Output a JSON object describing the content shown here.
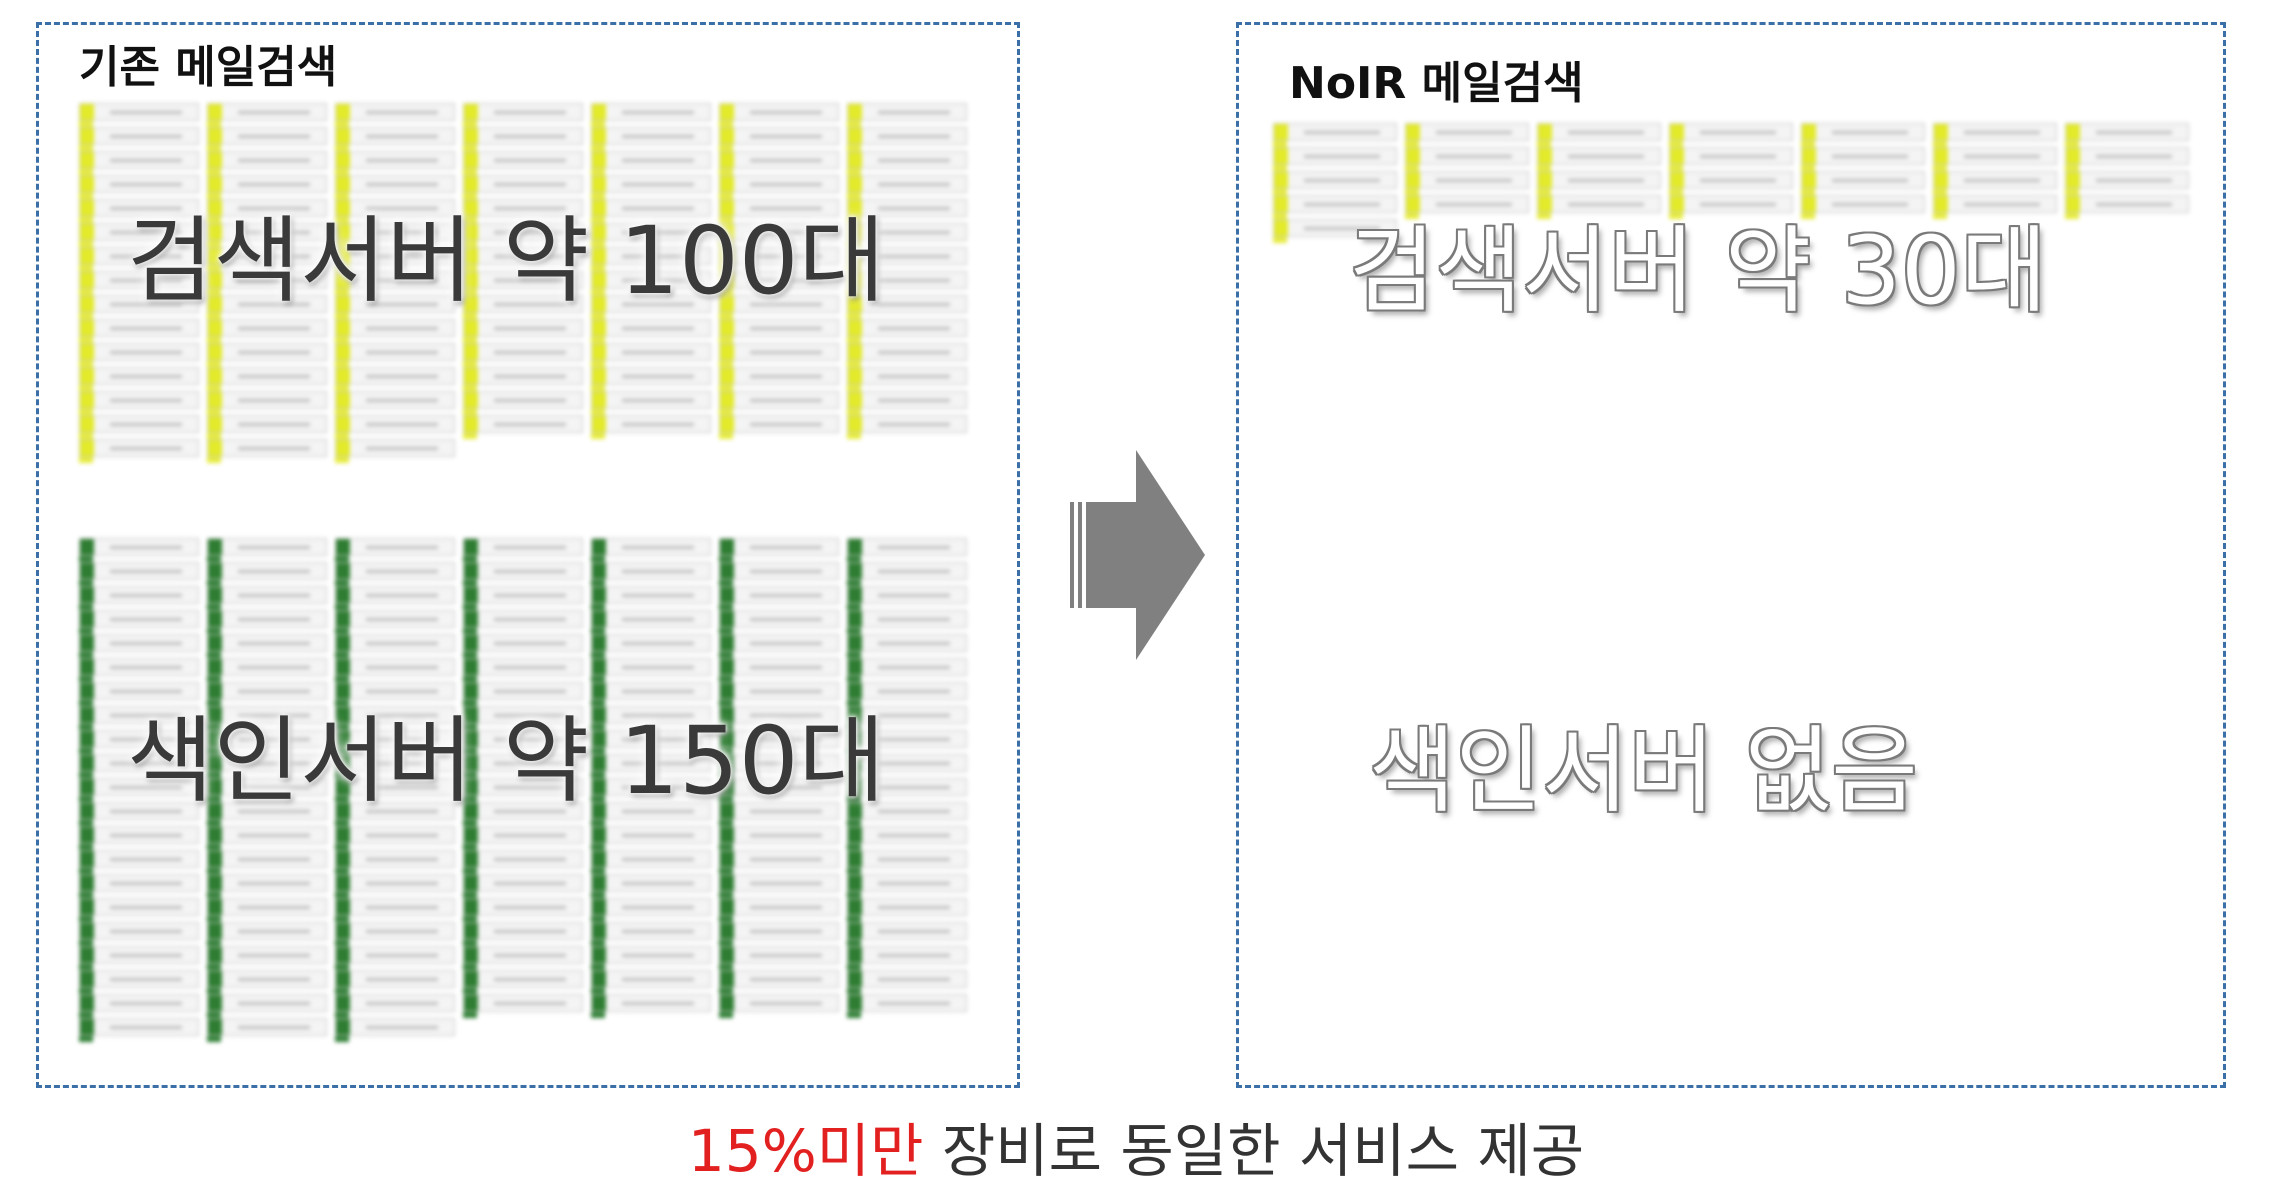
{
  "left_panel": {
    "title": "기존 메일검색",
    "search_servers_text": "검색서버 약 100대",
    "index_servers_text": "색인서버 약 150대"
  },
  "right_panel": {
    "title": "NoIR 메일검색",
    "search_servers_text": "검색서버 약 30대",
    "index_servers_text": "색인서버 없음"
  },
  "footer": {
    "highlight": "15%미만",
    "rest": " 장비로 동일한 서비스 제공"
  },
  "colors": {
    "border": "#3a6fa8",
    "search_server": "#e3ea2a",
    "index_server": "#2e7d32",
    "accent": "#e32020",
    "arrow": "#808080"
  },
  "racks": {
    "left_search": {
      "color": "yellow",
      "column_rows": [
        15,
        15,
        15,
        14,
        14,
        14,
        14
      ]
    },
    "left_index": {
      "color": "green",
      "column_rows": [
        21,
        21,
        21,
        20,
        20,
        20,
        20
      ]
    },
    "right_search": {
      "color": "yellow",
      "column_rows": [
        5,
        4,
        4,
        4,
        4,
        4,
        4
      ]
    }
  }
}
